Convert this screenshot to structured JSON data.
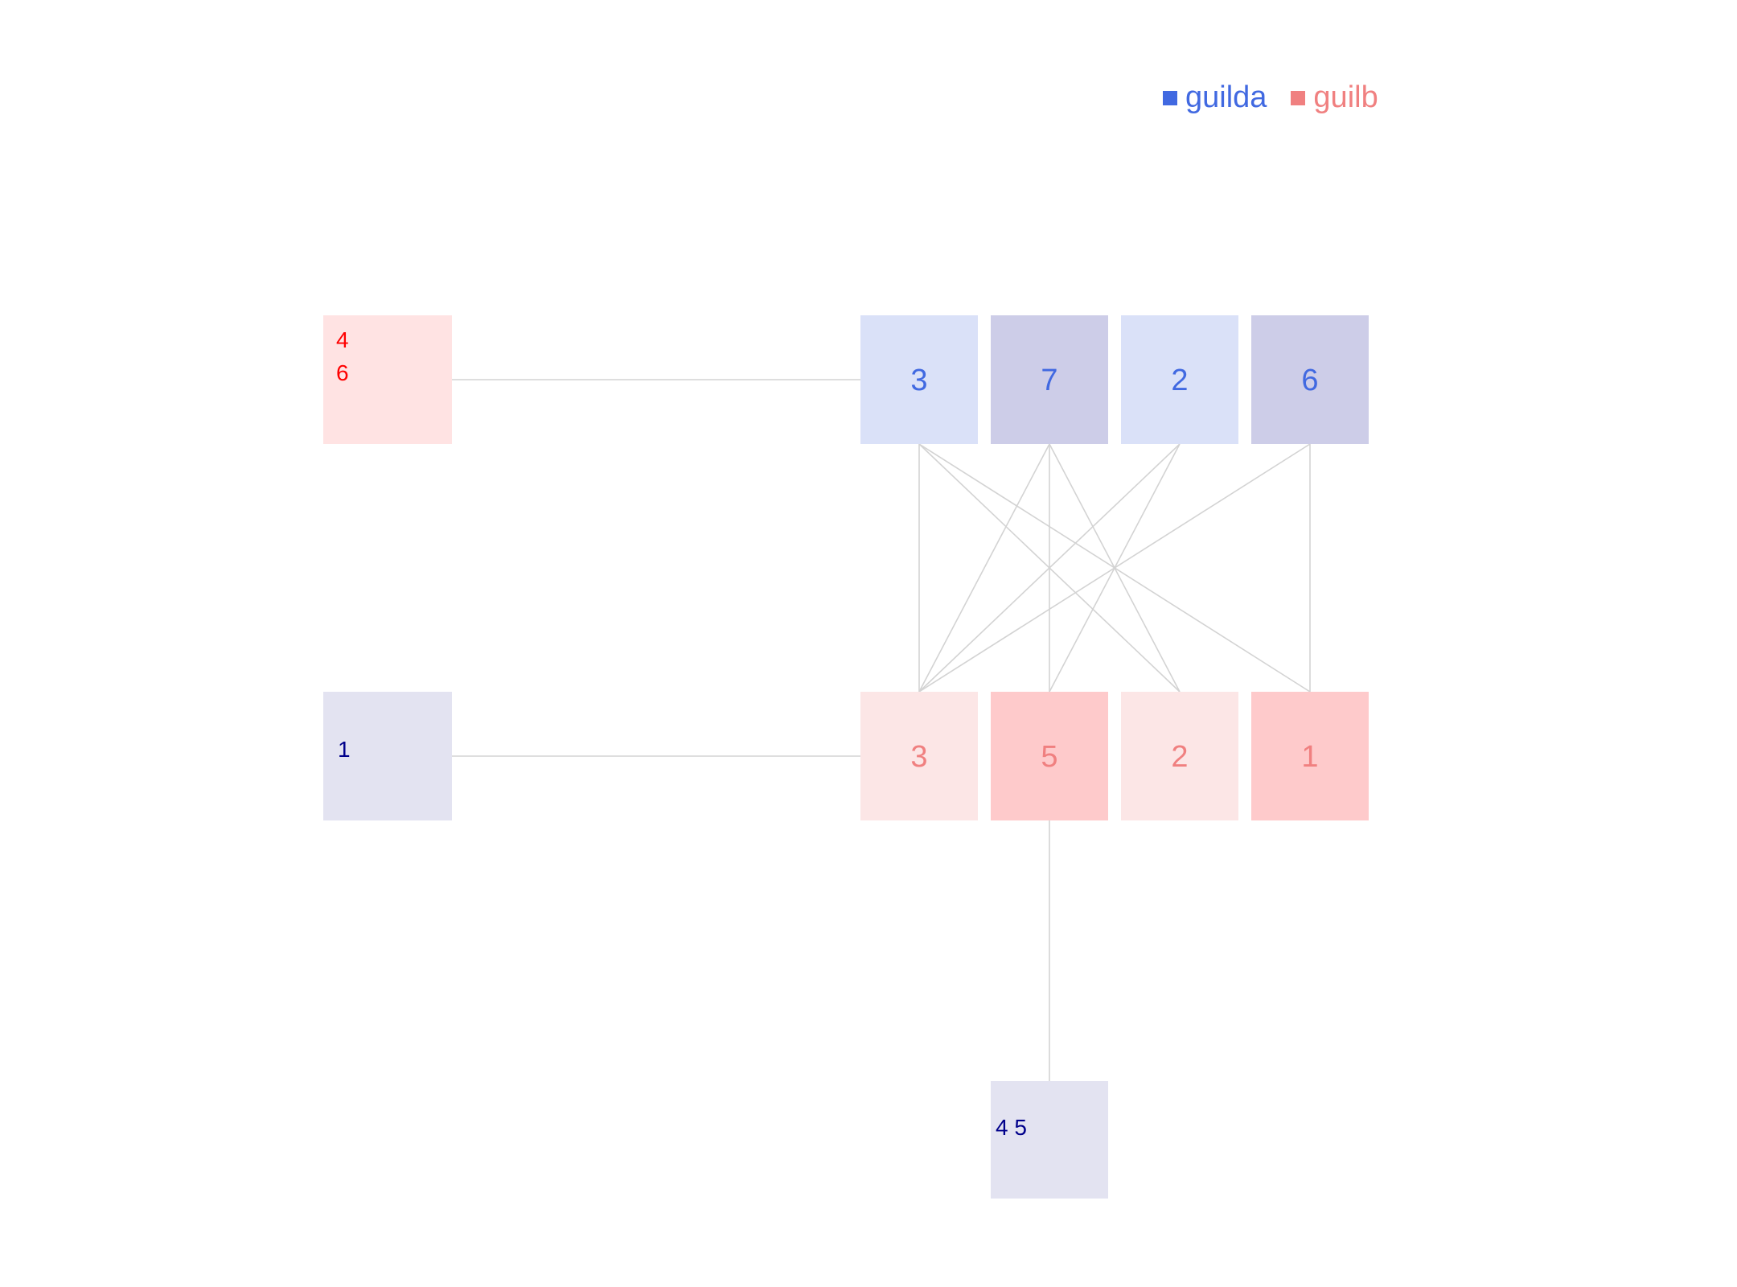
{
  "legend": {
    "items": [
      {
        "label": "guilda",
        "color": "#4169e1"
      },
      {
        "label": "guilb",
        "color": "#f08080"
      }
    ]
  },
  "matrix": {
    "top_row": [
      {
        "label": "3",
        "shade": "light"
      },
      {
        "label": "7",
        "shade": "dark"
      },
      {
        "label": "2",
        "shade": "light"
      },
      {
        "label": "6",
        "shade": "dark"
      }
    ],
    "bottom_row": [
      {
        "label": "3",
        "shade": "light"
      },
      {
        "label": "5",
        "shade": "dark"
      },
      {
        "label": "2",
        "shade": "light"
      },
      {
        "label": "1",
        "shade": "dark"
      }
    ],
    "links": [
      [
        0,
        0
      ],
      [
        0,
        2
      ],
      [
        0,
        3
      ],
      [
        1,
        0
      ],
      [
        1,
        1
      ],
      [
        1,
        2
      ],
      [
        2,
        0
      ],
      [
        2,
        1
      ],
      [
        3,
        0
      ],
      [
        3,
        3
      ]
    ]
  },
  "side_nodes": {
    "top_left": {
      "lines": [
        "4",
        "6"
      ],
      "color": "#ff0000"
    },
    "mid_left": {
      "lines": [
        "1"
      ],
      "color": "#00008b"
    },
    "bottom": {
      "lines": [
        "4 5"
      ],
      "color": "#00008b"
    }
  },
  "colors": {
    "top_light": "#dae1f8",
    "top_dark": "#cdcde8",
    "top_text": "#4169e1",
    "bottom_light": "#fce6e6",
    "bottom_dark": "#fecacb",
    "bottom_text": "#f08080",
    "side_red_bg": "#ffe3e3",
    "side_blue_bg": "#e3e3f1",
    "link": "#d3d3d3"
  }
}
